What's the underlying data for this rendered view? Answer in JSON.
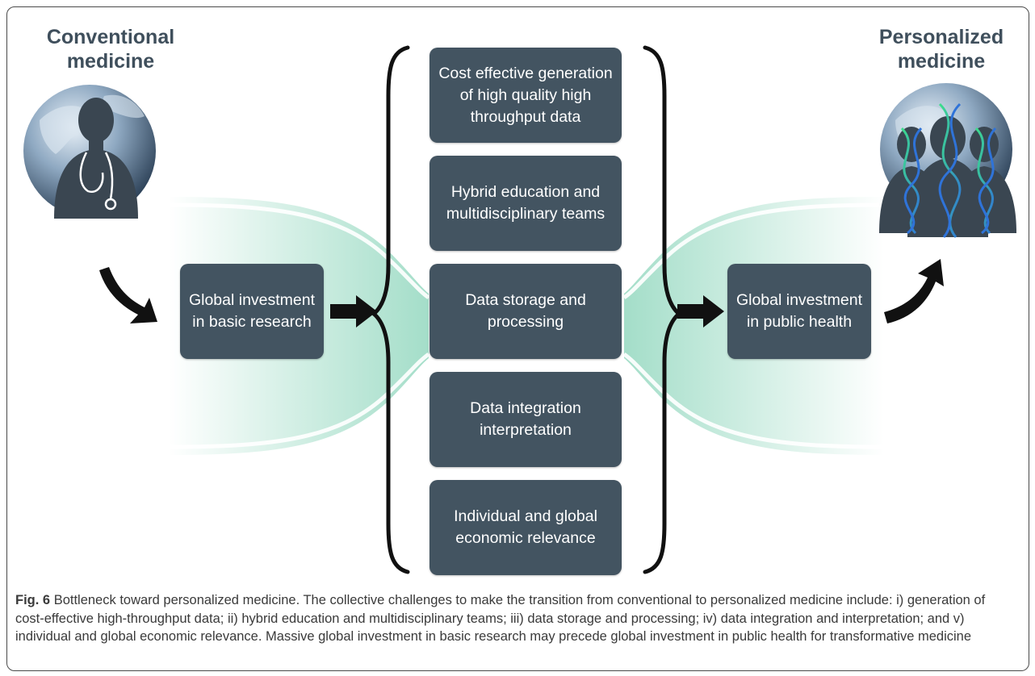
{
  "titles": {
    "left": "Conventional medicine",
    "right": "Personalized medicine"
  },
  "boxes": {
    "left": "Global investment in basic research",
    "right": "Global investment in public health",
    "challenges": [
      "Cost effective generation of high quality high throughput data",
      "Hybrid education and multidisciplinary teams",
      "Data storage and processing",
      "Data integration interpretation",
      "Individual and global economic relevance"
    ]
  },
  "caption": {
    "label": "Fig. 6",
    "text": "Bottleneck toward personalized medicine. The collective challenges to make the transition from conventional to personalized medicine include: i) generation of cost-effective high-throughput data; ii) hybrid education and multidisciplinary teams; iii) data storage and processing; iv) data integration and interpretation; and v) individual and global economic relevance. Massive global investment in basic research may precede global investment in public health for transformative medicine"
  },
  "colors": {
    "box": "#435461",
    "flow": "#9fdcc6",
    "arrow": "#111111",
    "title": "#3f4f5c"
  },
  "icons": [
    "globe-icon",
    "doctor-silhouette-icon",
    "stethoscope-icon",
    "people-silhouette-icon",
    "dna-helix-icon",
    "curved-arrow-icon",
    "right-arrow-icon",
    "curly-brace-icon"
  ]
}
